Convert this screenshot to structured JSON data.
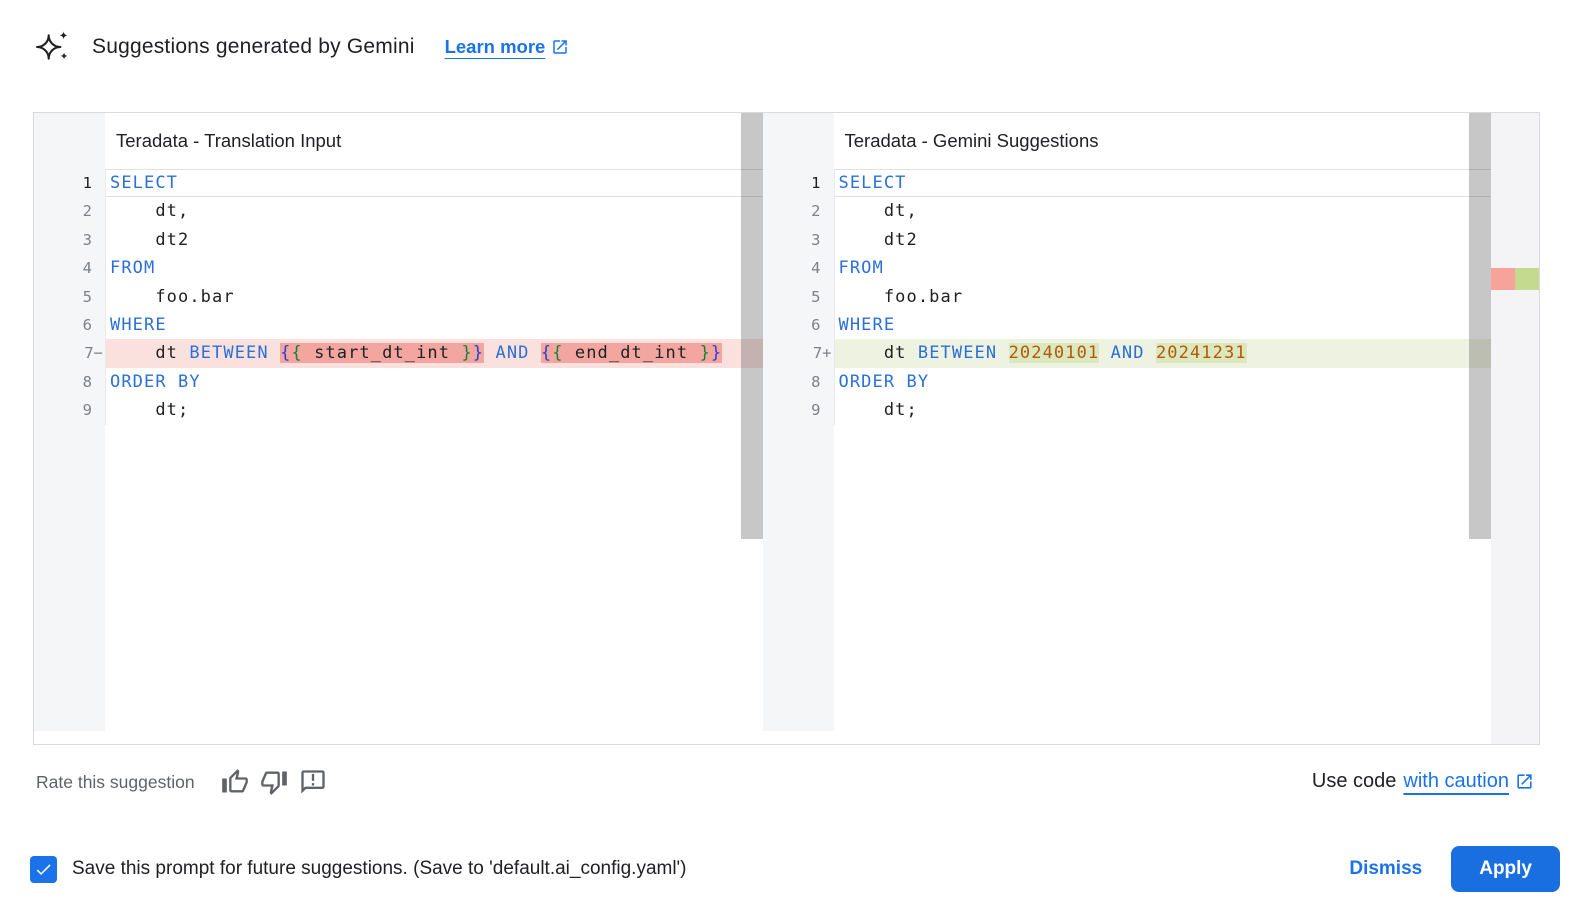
{
  "header": {
    "title": "Suggestions generated by Gemini",
    "learn_more_label": "Learn more"
  },
  "diff": {
    "left": {
      "title": "Teradata - Translation Input",
      "lines": [
        {
          "num": "1",
          "current": true,
          "segs": [
            {
              "t": "SELECT",
              "c": "kw"
            }
          ]
        },
        {
          "num": "2",
          "segs": [
            {
              "t": "    dt,",
              "c": "pl"
            }
          ]
        },
        {
          "num": "3",
          "segs": [
            {
              "t": "    dt2",
              "c": "pl"
            }
          ]
        },
        {
          "num": "4",
          "segs": [
            {
              "t": "FROM",
              "c": "kw"
            }
          ]
        },
        {
          "num": "5",
          "segs": [
            {
              "t": "    foo.bar",
              "c": "pl"
            }
          ]
        },
        {
          "num": "6",
          "segs": [
            {
              "t": "WHERE",
              "c": "kw"
            }
          ]
        },
        {
          "num": "7−",
          "diff": "removed",
          "segs": [
            {
              "t": "    dt ",
              "c": "pl"
            },
            {
              "t": "BETWEEN",
              "c": "kw"
            },
            {
              "t": " ",
              "c": "pl"
            },
            {
              "t": "{",
              "c": "bb",
              "w": 1
            },
            {
              "t": "{",
              "c": "bg",
              "w": 1
            },
            {
              "t": " start_dt_int ",
              "c": "pl",
              "w": 1
            },
            {
              "t": "}",
              "c": "bg",
              "w": 1
            },
            {
              "t": "}",
              "c": "bb",
              "w": 1
            },
            {
              "t": " ",
              "c": "pl"
            },
            {
              "t": "AND",
              "c": "kw"
            },
            {
              "t": " ",
              "c": "pl"
            },
            {
              "t": "{",
              "c": "bb",
              "w": 1
            },
            {
              "t": "{",
              "c": "bg",
              "w": 1
            },
            {
              "t": " end_dt_int ",
              "c": "pl",
              "w": 1
            },
            {
              "t": "}",
              "c": "bg",
              "w": 1
            },
            {
              "t": "}",
              "c": "bb",
              "w": 1
            }
          ]
        },
        {
          "num": "8",
          "segs": [
            {
              "t": "ORDER BY",
              "c": "kw"
            }
          ]
        },
        {
          "num": "9",
          "segs": [
            {
              "t": "    dt;",
              "c": "pl"
            }
          ]
        }
      ]
    },
    "right": {
      "title": "Teradata - Gemini Suggestions",
      "lines": [
        {
          "num": "1",
          "current": true,
          "segs": [
            {
              "t": "SELECT",
              "c": "kw"
            }
          ]
        },
        {
          "num": "2",
          "segs": [
            {
              "t": "    dt,",
              "c": "pl"
            }
          ]
        },
        {
          "num": "3",
          "segs": [
            {
              "t": "    dt2",
              "c": "pl"
            }
          ]
        },
        {
          "num": "4",
          "segs": [
            {
              "t": "FROM",
              "c": "kw"
            }
          ]
        },
        {
          "num": "5",
          "segs": [
            {
              "t": "    foo.bar",
              "c": "pl"
            }
          ]
        },
        {
          "num": "6",
          "segs": [
            {
              "t": "WHERE",
              "c": "kw"
            }
          ]
        },
        {
          "num": "7+",
          "diff": "added",
          "segs": [
            {
              "t": "    dt ",
              "c": "pl"
            },
            {
              "t": "BETWEEN",
              "c": "kw"
            },
            {
              "t": " ",
              "c": "pl"
            },
            {
              "t": "20240101",
              "c": "num",
              "w": 1
            },
            {
              "t": " ",
              "c": "pl"
            },
            {
              "t": "AND",
              "c": "kw"
            },
            {
              "t": " ",
              "c": "pl"
            },
            {
              "t": "20241231",
              "c": "num",
              "w": 1
            }
          ]
        },
        {
          "num": "8",
          "segs": [
            {
              "t": "ORDER BY",
              "c": "kw"
            }
          ]
        },
        {
          "num": "9",
          "segs": [
            {
              "t": "    dt;",
              "c": "pl"
            }
          ]
        }
      ]
    }
  },
  "footer": {
    "rate_label": "Rate this suggestion",
    "use_code_text": "Use code",
    "caution_link_label": "with caution"
  },
  "actions": {
    "save_label": "Save this prompt for future suggestions. (Save to 'default.ai_config.yaml')",
    "save_checked": true,
    "dismiss_label": "Dismiss",
    "apply_label": "Apply"
  },
  "colors": {
    "accent_blue": "#1a73e8",
    "apply_button": "#1a6fe0",
    "keyword": "#2b70d7",
    "number_literal": "#b05a0a",
    "brace_outer": "#2940d3",
    "brace_inner": "#188038",
    "removed_line_bg": "#fbe1de",
    "removed_word_bg": "#f3a6a0",
    "added_line_bg": "#eef2e0",
    "added_word_bg": "#dce7bd",
    "ruler_removed_marker": "#f8a29c",
    "ruler_added_marker": "#c3da8f"
  }
}
